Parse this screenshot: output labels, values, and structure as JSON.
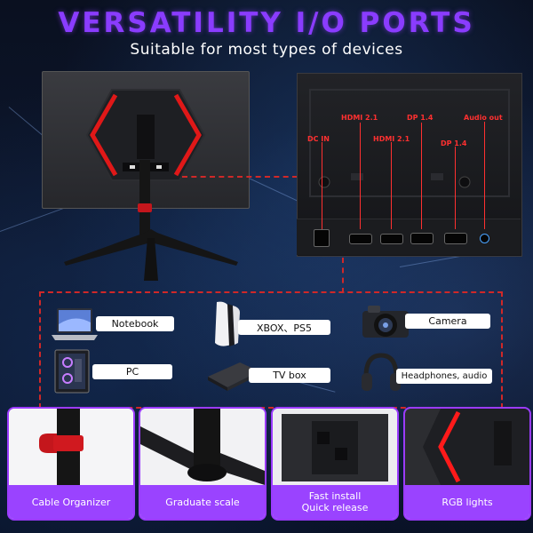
{
  "header": {
    "title": "VERSATILITY I/O PORTS",
    "subtitle": "Suitable for most types of devices"
  },
  "ports": [
    {
      "label": "DC IN",
      "icon": "dc-in-port-icon"
    },
    {
      "label": "HDMI 2.1",
      "icon": "hdmi-port-icon"
    },
    {
      "label": "HDMI 2.1",
      "icon": "hdmi-port-icon"
    },
    {
      "label": "DP 1.4",
      "icon": "displayport-port-icon"
    },
    {
      "label": "DP 1.4",
      "icon": "displayport-port-icon"
    },
    {
      "label": "Audio out",
      "icon": "audio-out-port-icon"
    }
  ],
  "devices": [
    {
      "label": "Notebook",
      "icon": "notebook-icon"
    },
    {
      "label": "XBOX、PS5",
      "icon": "game-console-icon"
    },
    {
      "label": "Camera",
      "icon": "camera-icon"
    },
    {
      "label": "PC",
      "icon": "pc-tower-icon"
    },
    {
      "label": "TV box",
      "icon": "tv-box-icon"
    },
    {
      "label": "Headphones, audio",
      "icon": "headphones-icon"
    }
  ],
  "features": [
    {
      "label": "Cable Organizer"
    },
    {
      "label": "Graduate scale"
    },
    {
      "label_line1": "Fast install",
      "label_line2": "Quick release"
    },
    {
      "label": "RGB lights"
    }
  ],
  "colors": {
    "title": "#8a3cff",
    "accent_red": "#d02828",
    "feature_purple": "#9a43ff",
    "background": "#0a1020"
  }
}
